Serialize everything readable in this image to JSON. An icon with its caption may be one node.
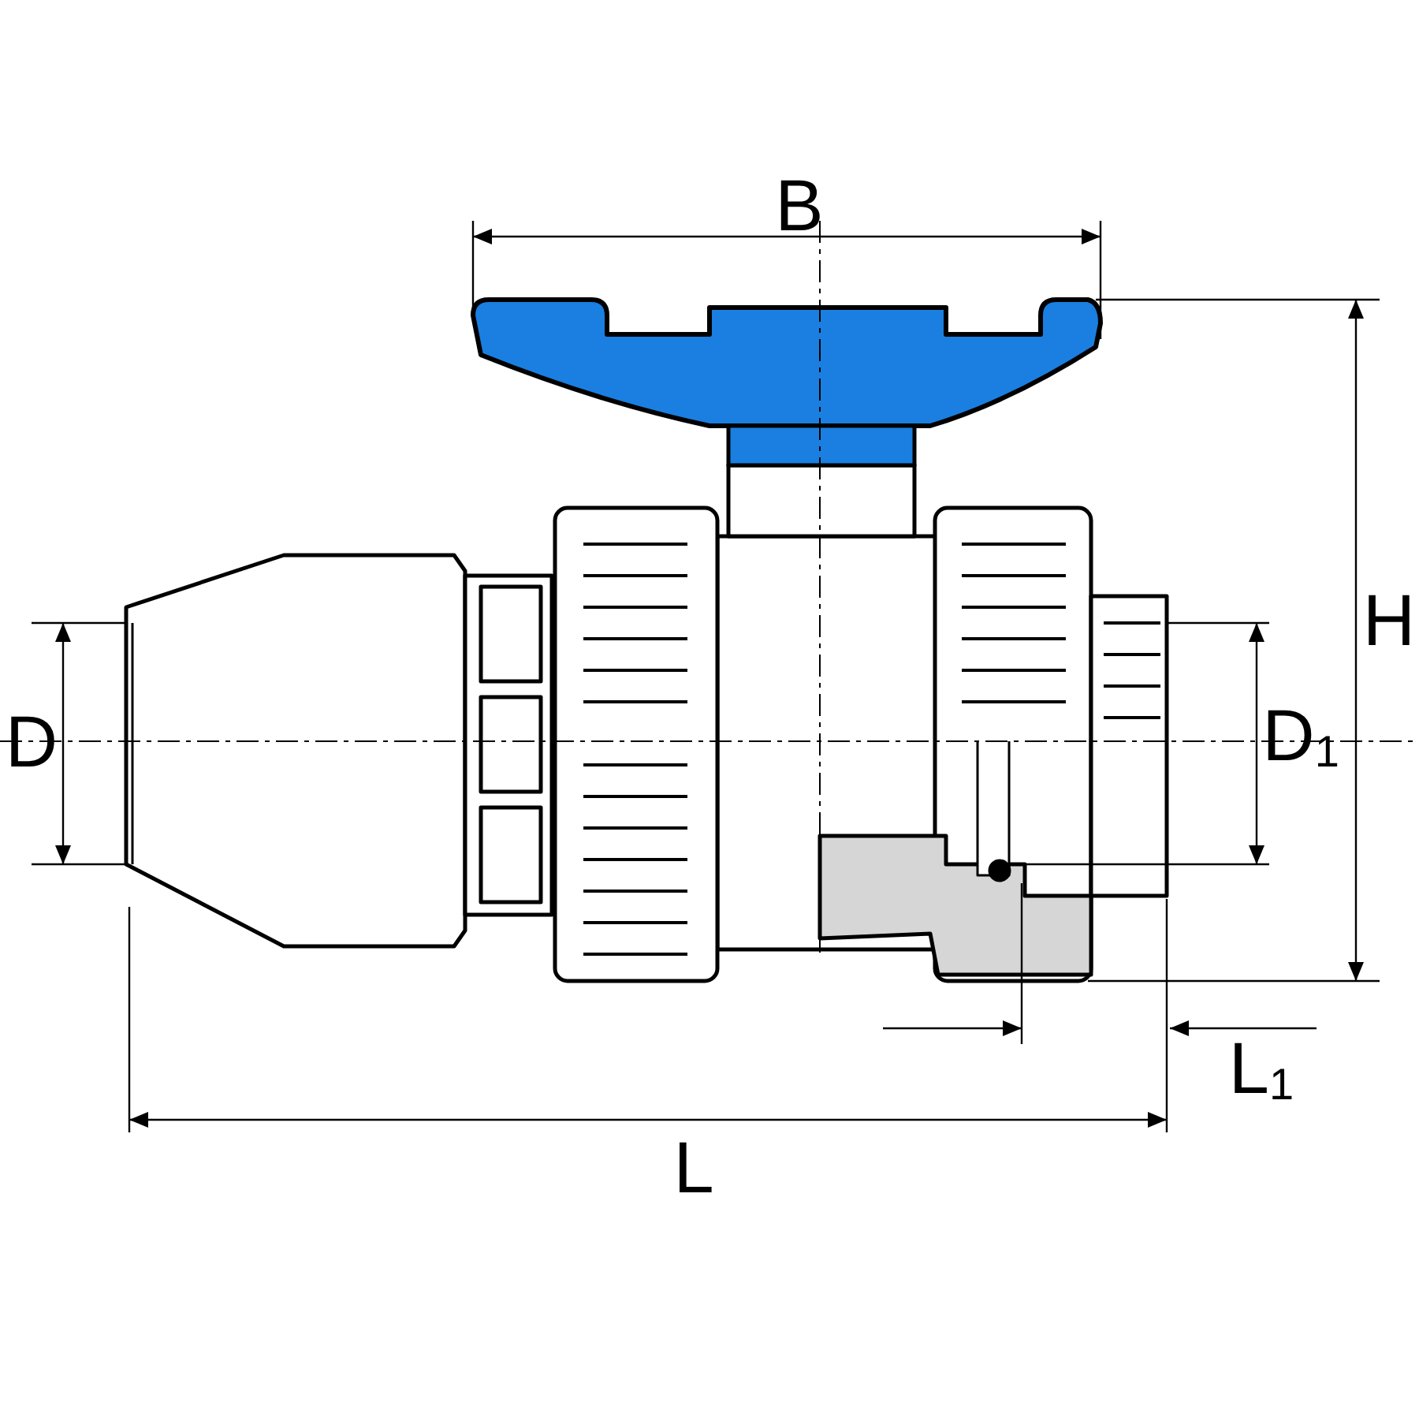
{
  "diagram": {
    "labels": [
      "B",
      "H",
      "D",
      "D$_{1}$",
      "L$_{1}$",
      "L"
    ]
  }
}
